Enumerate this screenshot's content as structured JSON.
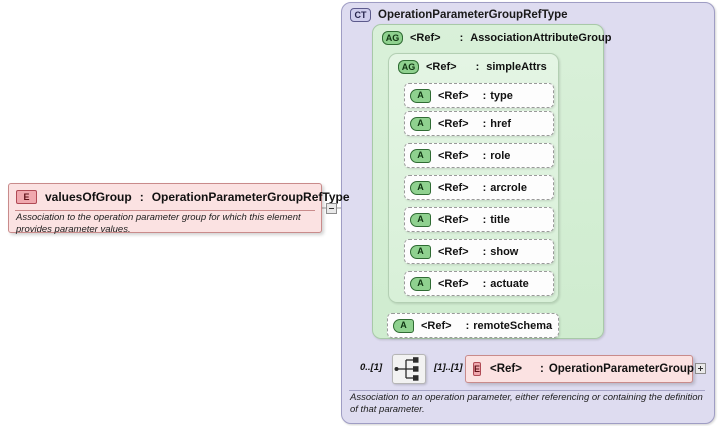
{
  "element": {
    "badge": "E",
    "name": "valuesOfGroup",
    "separator": ":",
    "type": "OperationParameterGroupRefType",
    "documentation": "Association to the operation parameter group for which this element provides parameter values.",
    "collapse_toggle": "minus-toggle"
  },
  "complex_type": {
    "badge": "CT",
    "name": "OperationParameterGroupRefType",
    "documentation": "Association to an operation parameter, either referencing or containing the definition of that parameter."
  },
  "attribute_group_outer": {
    "badge": "AG",
    "ref": "<Ref>",
    "separator": ":",
    "name": "AssociationAttributeGroup"
  },
  "attribute_group_inner": {
    "badge": "AG",
    "ref": "<Ref>",
    "separator": ":",
    "name": "simpleAttrs"
  },
  "attributes_inner": [
    {
      "badge": "A",
      "ref": "<Ref>",
      "separator": ":",
      "name": "type"
    },
    {
      "badge": "A",
      "ref": "<Ref>",
      "separator": ":",
      "name": "href"
    },
    {
      "badge": "A",
      "ref": "<Ref>",
      "separator": ":",
      "name": "role"
    },
    {
      "badge": "A",
      "ref": "<Ref>",
      "separator": ":",
      "name": "arcrole"
    },
    {
      "badge": "A",
      "ref": "<Ref>",
      "separator": ":",
      "name": "title"
    },
    {
      "badge": "A",
      "ref": "<Ref>",
      "separator": ":",
      "name": "show"
    },
    {
      "badge": "A",
      "ref": "<Ref>",
      "separator": ":",
      "name": "actuate"
    }
  ],
  "attribute_outer": {
    "badge": "A",
    "ref": "<Ref>",
    "separator": ":",
    "name": "remoteSchema"
  },
  "sequence": {
    "connector": "sequence-connector-icon",
    "occurrence_left": "0..[1]",
    "occurrence_right": "[1]..[1]"
  },
  "element_ref": {
    "badge": "E",
    "ref": "<Ref>",
    "separator": ":",
    "name": "OperationParameterGroup",
    "expand_toggle": "plus-toggle"
  },
  "colors": {
    "complex_type_fill": "#dedcf0",
    "attribute_group_fill": "#d9f0d9",
    "element_fill": "#fbe2e2",
    "element_border": "#c98b8b",
    "badge_green": "#8fd18f",
    "badge_pink": "#f0a8ae",
    "badge_purple": "#cfcdec"
  }
}
